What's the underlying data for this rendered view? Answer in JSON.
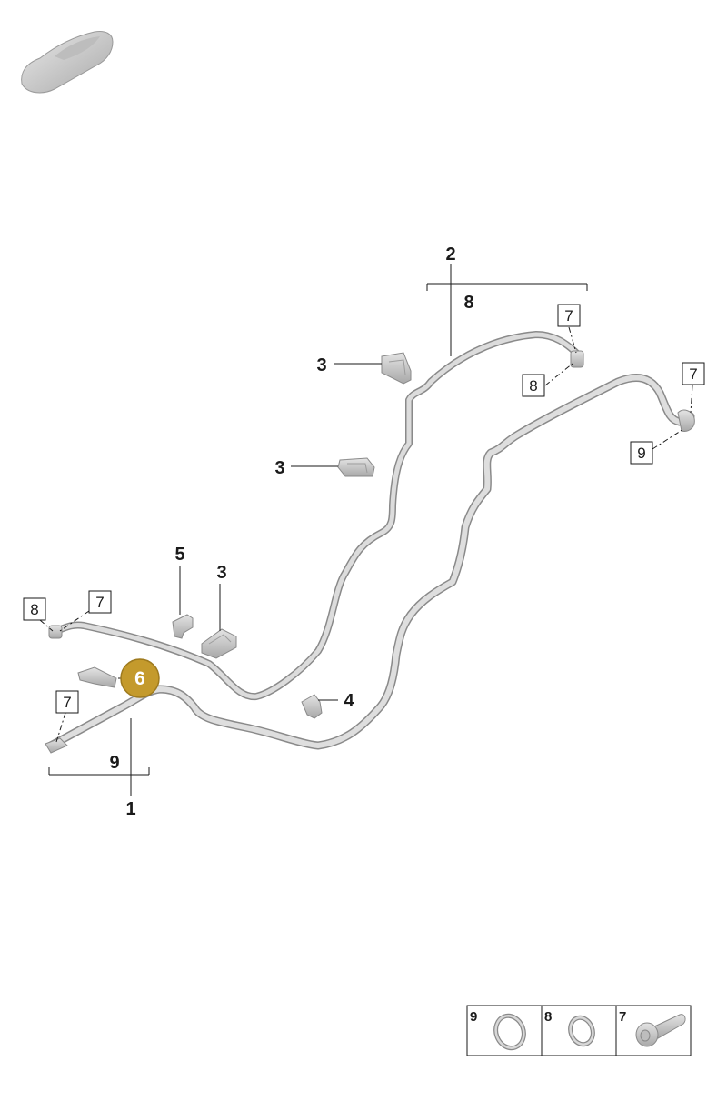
{
  "callouts": {
    "c1": "1",
    "c2": "2",
    "c3a": "3",
    "c3b": "3",
    "c3c": "3",
    "c4": "4",
    "c5": "5",
    "c6": "6",
    "c8_top": "8",
    "c9_bottom": "9"
  },
  "boxed": {
    "b7_top": "7",
    "b8_top": "8",
    "b7_right": "7",
    "b9_right": "9",
    "b8_left": "8",
    "b7_left": "7",
    "b7_bottom": "7"
  },
  "legend": {
    "col9": "9",
    "col8": "8",
    "col7": "7"
  },
  "colors": {
    "highlight": "#c49a2c",
    "part_fill": "#d6d6d6",
    "part_stroke": "#8a8a8a",
    "line": "#1a1a1a"
  },
  "icons": {
    "car": "car-silhouette-icon",
    "seal_ring": "o-ring-icon",
    "bolt": "bolt-icon"
  }
}
